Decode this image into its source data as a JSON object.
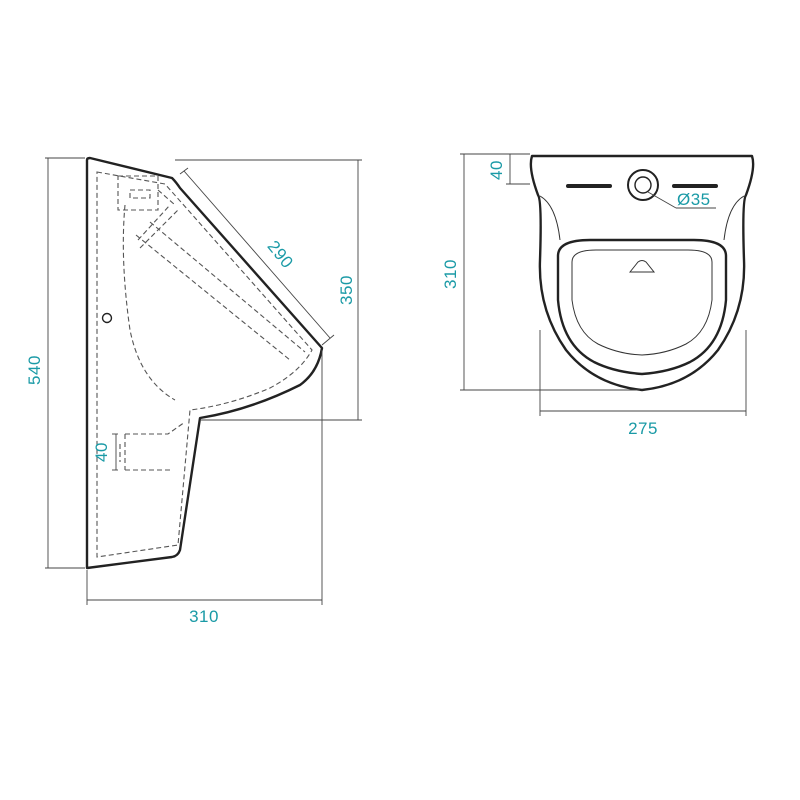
{
  "colors": {
    "dimension_text": "#1a9aa6",
    "outline": "#222222",
    "hidden": "#555555"
  },
  "side_view": {
    "overall_height": "540",
    "depth": "310",
    "top_length": "290",
    "bowl_height": "350",
    "outlet_height": "40"
  },
  "front_view": {
    "height": "310",
    "width": "275",
    "top_band": "40",
    "inlet_diameter": "Ø35"
  }
}
